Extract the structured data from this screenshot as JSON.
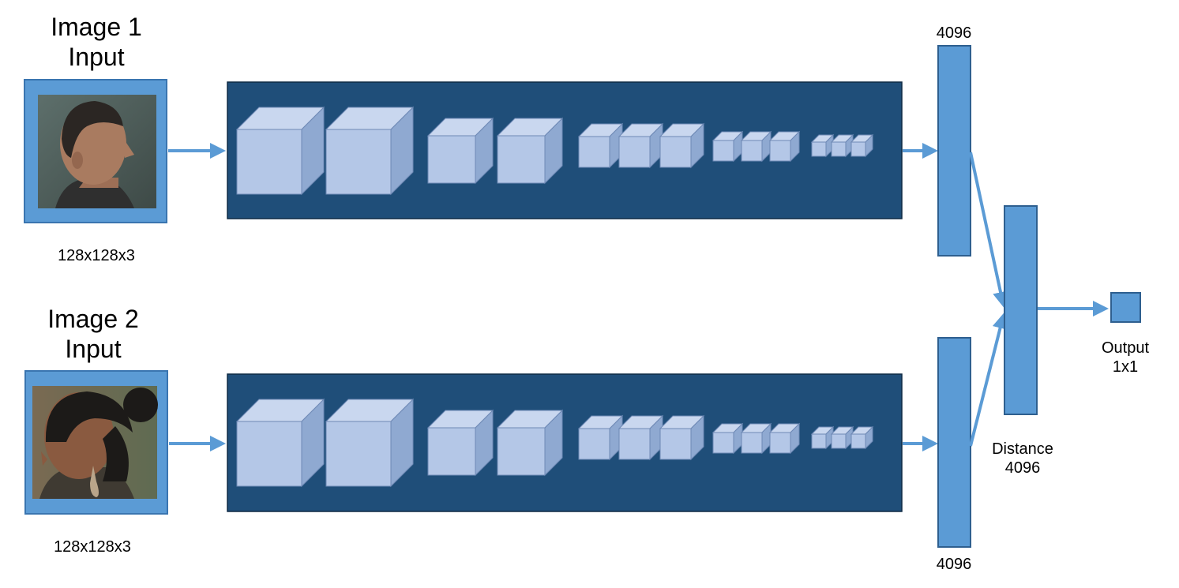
{
  "inputs": [
    {
      "title_line1": "Image 1",
      "title_line2": "Input",
      "dims": "128x128x3",
      "photo": "man-profile-photo"
    },
    {
      "title_line1": "Image 2",
      "title_line2": "Input",
      "dims": "128x128x3",
      "photo": "woman-profile-photo"
    }
  ],
  "embeddings": [
    {
      "size": "4096"
    },
    {
      "size": "4096"
    }
  ],
  "distance": {
    "label": "Distance",
    "size": "4096"
  },
  "output": {
    "label": "Output",
    "size": "1x1"
  },
  "colors": {
    "frame_blue": "#5b9bd5",
    "frame_border": "#3a75b0",
    "cnn_bg": "#1f4e79",
    "cube_front": "#b4c7e7",
    "cube_top": "#c9d7ef",
    "cube_side": "#8fa9d1",
    "cube_stroke": "#6e89b5",
    "arrow": "#5b9bd5"
  }
}
